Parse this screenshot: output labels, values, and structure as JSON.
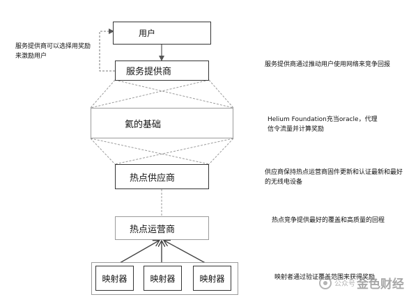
{
  "nodes": {
    "user": "用户",
    "service_provider": "服务提供商",
    "helium_foundation": "氦的基础",
    "hotspot_supplier": "热点供应商",
    "hotspot_operator": "热点运营商",
    "mappers": [
      "映射器",
      "映射器",
      "映射器"
    ]
  },
  "notes": {
    "provider_reward": "服务提供商可以选择用奖励来激励用户",
    "provider_network": "服务提供商通过推动用户使用网络来竞争回报",
    "foundation_oracle": "Helium Foundation充当oracle，代理信令流量并计算奖励",
    "supplier_firmware": "供应商保持热点运营商固件更新和认证最新和最好的无线电设备",
    "hotspot_compete": "热点竞争提供最好的覆盖和高质量的回程",
    "mapper_verify": "映射者通过验证覆盖范围来获得奖励"
  },
  "watermark": {
    "small": "公众号",
    "big": "金色财经"
  },
  "colors": {
    "box_border": "#333333",
    "dashed_line": "#9a9a9a",
    "arrow": "#555555"
  }
}
